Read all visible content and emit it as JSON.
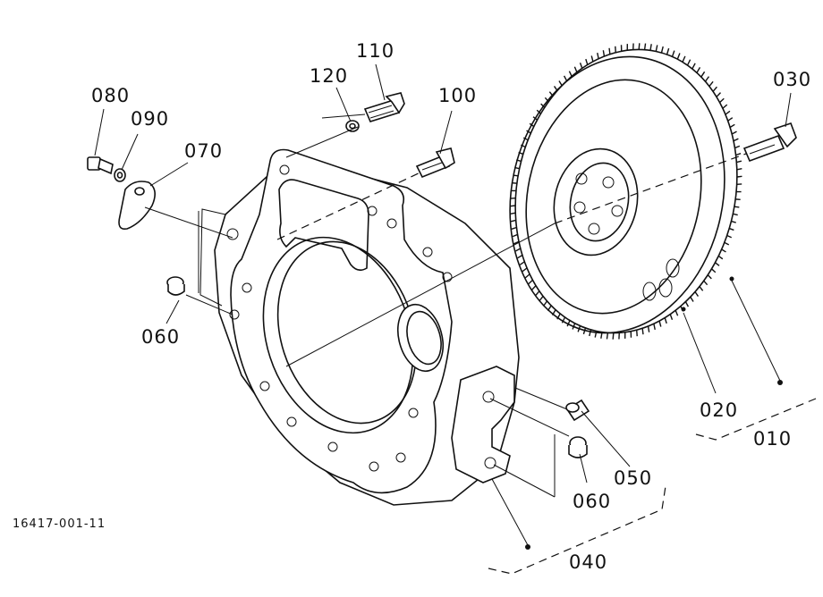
{
  "figure_code": "16417-001-11",
  "callouts": {
    "c010": "010",
    "c020": "020",
    "c030": "030",
    "c040": "040",
    "c050": "050",
    "c060a": "060",
    "c060b": "060",
    "c070": "070",
    "c080": "080",
    "c090": "090",
    "c100": "100",
    "c110": "110",
    "c120": "120"
  }
}
